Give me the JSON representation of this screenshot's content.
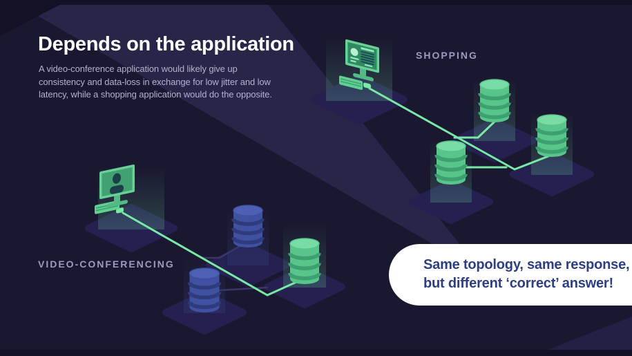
{
  "slide": {
    "title": "Depends on the application",
    "body_lines": [
      "A video-conference application would likely give up",
      "consistency and data-loss in exchange for low jitter and low",
      "latency, while a shopping application would do the opposite."
    ],
    "callout": {
      "line1": "Same topology, same response,",
      "line2": "but different ‘correct’ answer!"
    }
  },
  "clusters": [
    {
      "id": "shopping",
      "label": "SHOPPING",
      "client_icon": "desktop-computer-icon",
      "node_icon": "database-cylinder-icon",
      "database_count": 3,
      "active_database_count": 3,
      "active_color": "green"
    },
    {
      "id": "video-conferencing",
      "label": "VIDEO-CONFERENCING",
      "client_icon": "desktop-computer-icon",
      "node_icon": "database-cylinder-icon",
      "database_count": 3,
      "active_database_count": 1,
      "active_color": "green",
      "inactive_color": "blue"
    }
  ],
  "colors": {
    "bg_dark": "#1a1830",
    "bg_light_band": "#282648",
    "bg_corner": "#141127",
    "bg_bottom_right": "#232046",
    "bg_edge_strip": "#131126",
    "platform": "#242150",
    "green_line": "#7ae8a5",
    "green_body": "#58c68b",
    "green_dark": "#3da070",
    "green_top": "#79dca6",
    "blue_body": "#3f51a0",
    "blue_dark": "#2e3c7e",
    "blue_top": "#4d60b4",
    "faint_line": "#3a366b",
    "monitor_frame": "#69d197",
    "monitor_screen_shop": "#2f8a62",
    "monitor_screen_vc": "#41a173",
    "monitor_stand": "#53b985",
    "keyboard": "#62cf93",
    "keyboard_lines": "#3da473",
    "screen_light": "#92e6ba",
    "screen_circle": "#bdf0d3",
    "screen_dashes": "#1d4356",
    "person_silhouette": "#1c3f49",
    "title_text": "#ffffff",
    "body_text": "#b3b1cc",
    "label_text": "#9d9bbd",
    "callout_bg": "#ffffff",
    "callout_text": "#2d3e83"
  }
}
